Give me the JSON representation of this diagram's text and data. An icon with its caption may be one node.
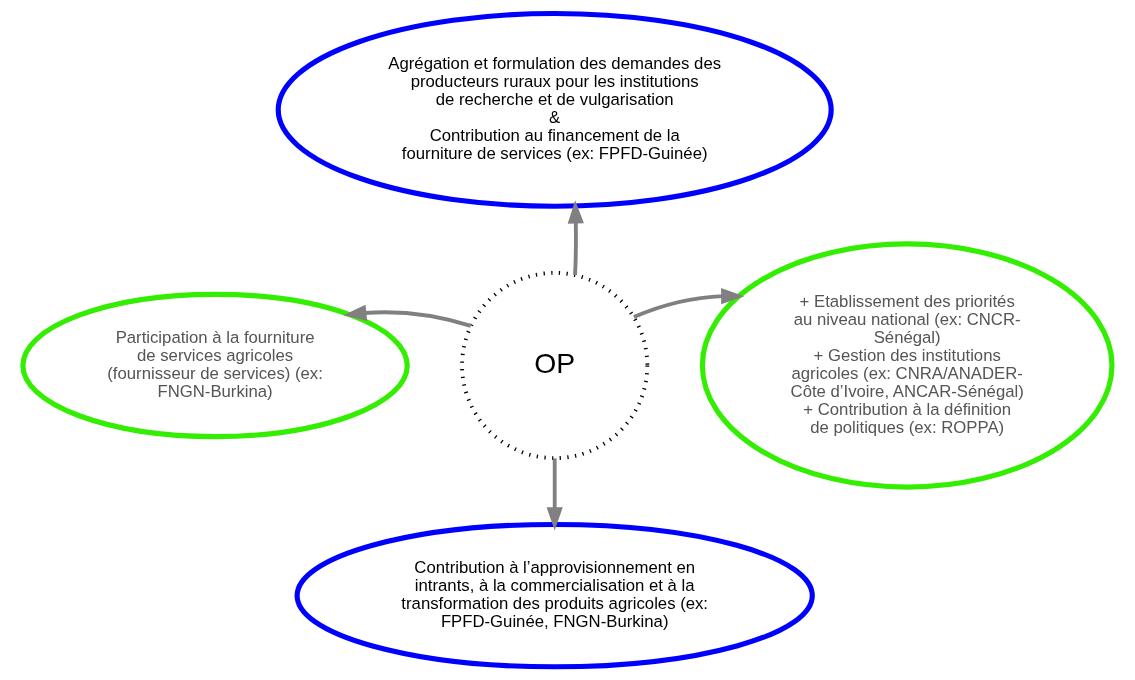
{
  "diagram": {
    "nodes": [
      {
        "text": [
          "Agrégation et formulation des demandes des producteurs ruraux pour les institutions de recherche et de vulgarisation",
          "&",
          "Contribution au financement de la fourniture de services (ex: FPFD-Guinée)"
        ]
      },
      {
        "text": [
          "Participation à la fourniture de services agricoles (fournisseur de services) (ex: FNGN-Burkina)"
        ]
      },
      {
        "text": [
          "OP"
        ]
      },
      {
        "text": [
          "+ Etablissement des priorités au niveau national (ex: CNCR-Sénégal)",
          "+ Gestion des institutions agricoles (ex: CNRA/ANADER-Côte d’Ivoire, ANCAR-Sénégal)",
          "+ Contribution à la définition de politiques (ex: ROPPA)"
        ]
      },
      {
        "text": [
          "Contribution à l’approvisionnement en intrants, à la commercialisation et à la transformation des produits agricoles (ex: FPFD-Guinée, FNGN-Burkina)"
        ]
      }
    ],
    "edges": [
      {
        "from": 2,
        "to": 0,
        "arrow": "to"
      },
      {
        "from": 2,
        "to": 1,
        "arrow": "to"
      },
      {
        "from": 2,
        "to": 3,
        "arrow": "to"
      },
      {
        "from": 2,
        "to": 4,
        "arrow": "to"
      }
    ]
  }
}
